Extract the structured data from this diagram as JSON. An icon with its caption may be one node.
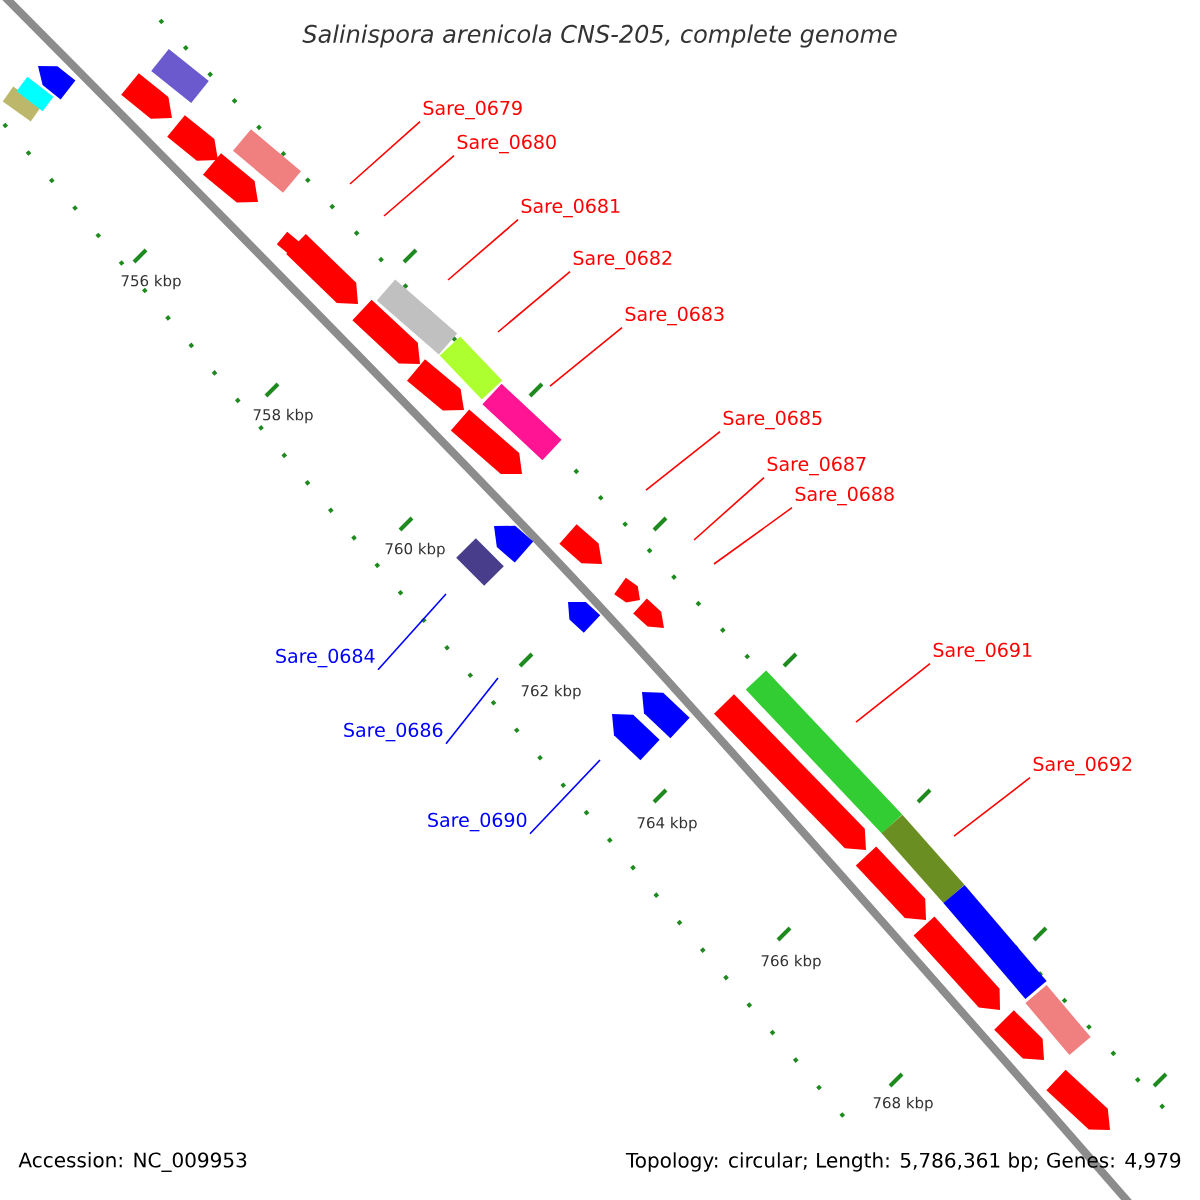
{
  "diagram": {
    "title": "*Salinispora arenicola* CNS-205, complete genome",
    "nodes": [
      {
        "text": [
          "Sare_0679"
        ]
      },
      {
        "text": [
          "Sare_0680"
        ]
      },
      {
        "text": [
          "Sare_0681"
        ]
      },
      {
        "text": [
          "Sare_0682"
        ]
      },
      {
        "text": [
          "Sare_0683"
        ]
      },
      {
        "text": [
          "Sare_0685"
        ]
      },
      {
        "text": [
          "Sare_0687"
        ]
      },
      {
        "text": [
          "Sare_0688"
        ]
      },
      {
        "text": [
          "Sare_0684"
        ]
      },
      {
        "text": [
          "Sare_0686"
        ]
      },
      {
        "text": [
          "Sare_0690"
        ]
      },
      {
        "text": [
          "Sare_0691"
        ]
      },
      {
        "text": [
          "Sare_0692"
        ]
      }
    ],
    "edges": [
      {
        "from": 0,
        "to": null,
        "arrow": "none"
      },
      {
        "from": 1,
        "to": null,
        "arrow": "none"
      },
      {
        "from": 2,
        "to": null,
        "arrow": "none"
      },
      {
        "from": 3,
        "to": null,
        "arrow": "none"
      },
      {
        "from": 4,
        "to": null,
        "arrow": "none"
      },
      {
        "from": 5,
        "to": null,
        "arrow": "none"
      },
      {
        "from": 6,
        "to": null,
        "arrow": "none"
      },
      {
        "from": 7,
        "to": null,
        "arrow": "none"
      },
      {
        "from": 8,
        "to": null,
        "arrow": "none",
        "color": "#0000ff"
      },
      {
        "from": 9,
        "to": null,
        "arrow": "none",
        "color": "#0000ff"
      },
      {
        "from": 10,
        "to": null,
        "arrow": "none",
        "color": "#0000ff"
      },
      {
        "from": 11,
        "to": null,
        "arrow": "none"
      },
      {
        "from": 12,
        "to": null,
        "arrow": "none"
      }
    ],
    "labels": [
      "756 kbp",
      "758 kbp",
      "760 kbp",
      "762 kbp",
      "764 kbp",
      "766 kbp",
      "768 kbp",
      "Accession: NC_009953",
      "Topology: circular; Length: 5,786,361 bp; Genes: 4,979"
    ]
  }
}
